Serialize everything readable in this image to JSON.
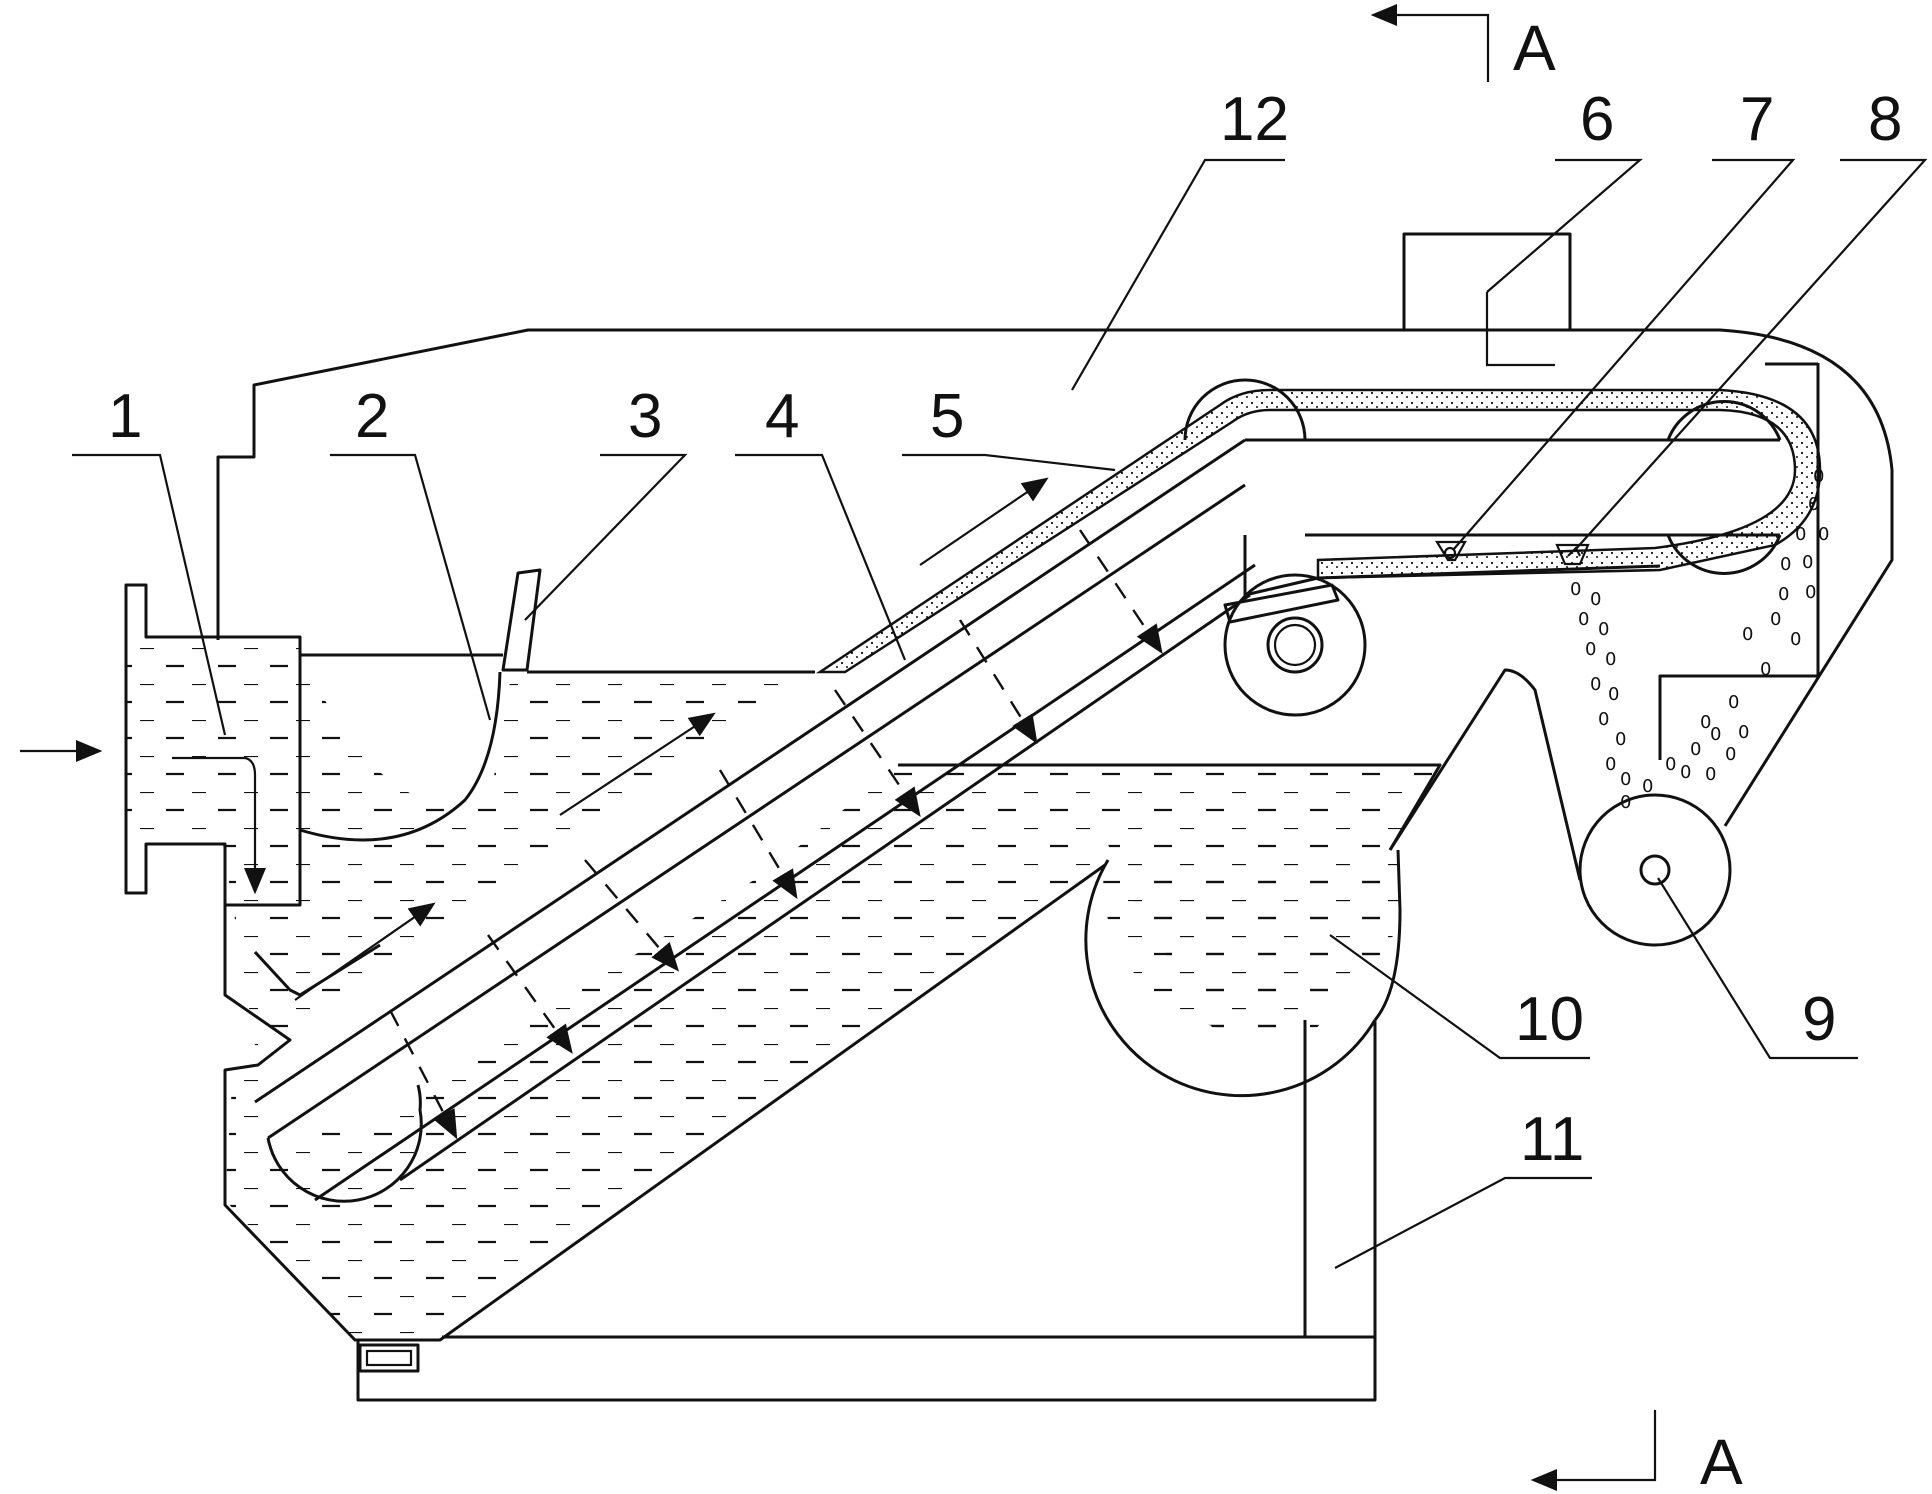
{
  "figure": {
    "callouts": [
      {
        "id": "1",
        "text": "1"
      },
      {
        "id": "2",
        "text": "2"
      },
      {
        "id": "3",
        "text": "3"
      },
      {
        "id": "4",
        "text": "4"
      },
      {
        "id": "5",
        "text": "5"
      },
      {
        "id": "6",
        "text": "6"
      },
      {
        "id": "7",
        "text": "7"
      },
      {
        "id": "8",
        "text": "8"
      },
      {
        "id": "9",
        "text": "9"
      },
      {
        "id": "10",
        "text": "10"
      },
      {
        "id": "11",
        "text": "11"
      },
      {
        "id": "12",
        "text": "12"
      }
    ],
    "section_marks": {
      "top": "A",
      "bottom": "A"
    }
  }
}
